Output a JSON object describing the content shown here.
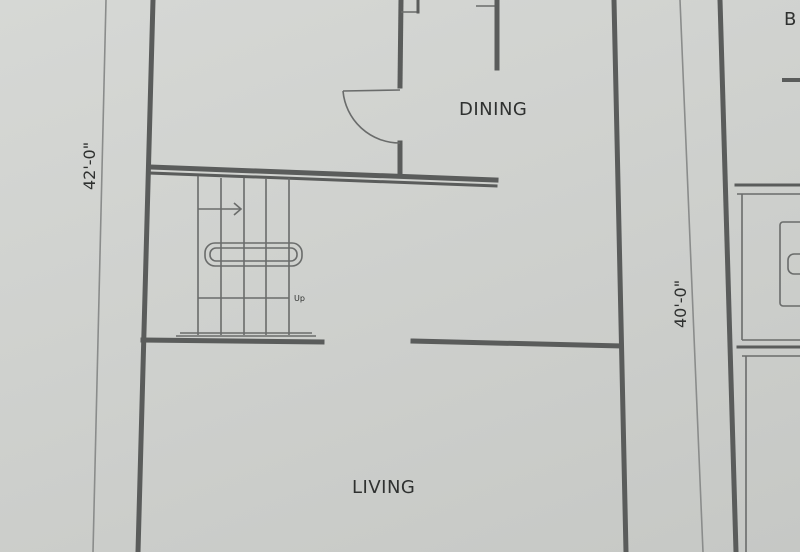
{
  "rooms": {
    "dining": "DINING",
    "living": "LIVING",
    "partial_right": "B"
  },
  "dimensions": {
    "left": "42'-0\"",
    "right": "40'-0\""
  },
  "stair": {
    "direction_label": "Up"
  },
  "colors": {
    "paper": "#d3d5d2",
    "ink": "#5a5c5b",
    "text": "#2f3130"
  }
}
